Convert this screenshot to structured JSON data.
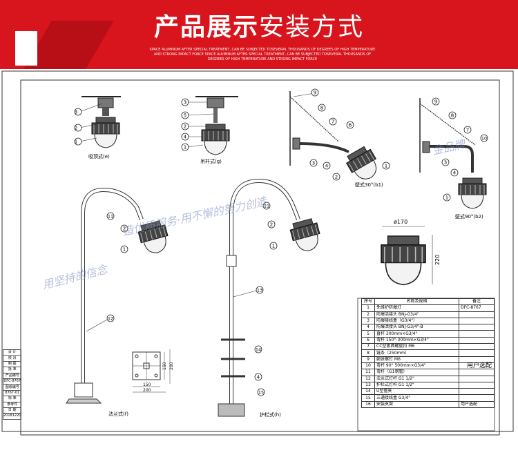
{
  "header": {
    "title_bold": "产品展示",
    "title_light": "安装方式",
    "subtitle": "SPACE ALUMINUM AFTER SPECIAL TREATMENT, CAN BE SUBJECTED TOSEVERAL THOUSANDS OF DEGREES OF HIGH TEMPERATURE AND STRONG IMPACT FORCE SPACE ALUMINUM AFTER SPECIAL TREATMENT, CAN BE SUBJECTED TOSEVERAL THOUSANDS OF DEGREES OF HIGH TEMPERATURE AND STRONG IMPACT FORCE"
  },
  "watermark": {
    "left": "用坚持的信念",
    "left2": "造优质服务·用不懈的努力创造",
    "right": "金品牌"
  },
  "labels": {
    "ceiling": "吸顶式(e)",
    "pendant": "吊杆式(g)",
    "wall30": "壁式30°(b1)",
    "wall90": "壁式90°(b2)",
    "flange": "法兰式(f)",
    "guardrail": "护栏式(h)",
    "dim_170": "ø170",
    "dim_220": "220",
    "dim_150a": "150",
    "dim_200a": "200",
    "dim_150b": "150",
    "dim_200b": "200"
  },
  "table": {
    "header": [
      "序号",
      "名称及规格",
      "备注"
    ],
    "rows": [
      [
        "1",
        "免维护防爆灯",
        "DFC-8767"
      ],
      [
        "2",
        "防爆活接头 BNJ-G3/4\"",
        ""
      ],
      [
        "3",
        "防爆接线盒（G3/4\"）",
        ""
      ],
      [
        "4",
        "防爆活接头 BNJ-G3/4\"-B",
        ""
      ],
      [
        "5",
        "直杆 300mm×G3/4\"",
        ""
      ],
      [
        "6",
        "弯杆 150°-300mm×G3/4\"",
        ""
      ],
      [
        "7",
        "CC型索具螺旋扣 M6",
        ""
      ],
      [
        "8",
        "链条（250mm）",
        ""
      ],
      [
        "9",
        "膨胀螺钉 M6",
        ""
      ],
      [
        "10",
        "弯杆 90° 500mm×G3/4\"",
        ""
      ],
      [
        "11",
        "弯杆（G1钢管）",
        ""
      ],
      [
        "12",
        "法兰式灯杆 G1 1/2\"",
        ""
      ],
      [
        "13",
        "护栏式灯杆 G1 1/2\"",
        ""
      ],
      [
        "14",
        "U型管夹",
        ""
      ],
      [
        "15",
        "三通接线盒 G3/4\"",
        ""
      ],
      [
        "16",
        "安装支架",
        "用户选配"
      ]
    ],
    "user_option": "用户选配"
  },
  "side_block": [
    "设 计",
    "校 对",
    "制 图",
    "批 准",
    "产品编号",
    "DFC-8767",
    "图纸编号",
    "8767-01",
    "标 准",
    "参考件",
    "日 期",
    "20181220"
  ]
}
